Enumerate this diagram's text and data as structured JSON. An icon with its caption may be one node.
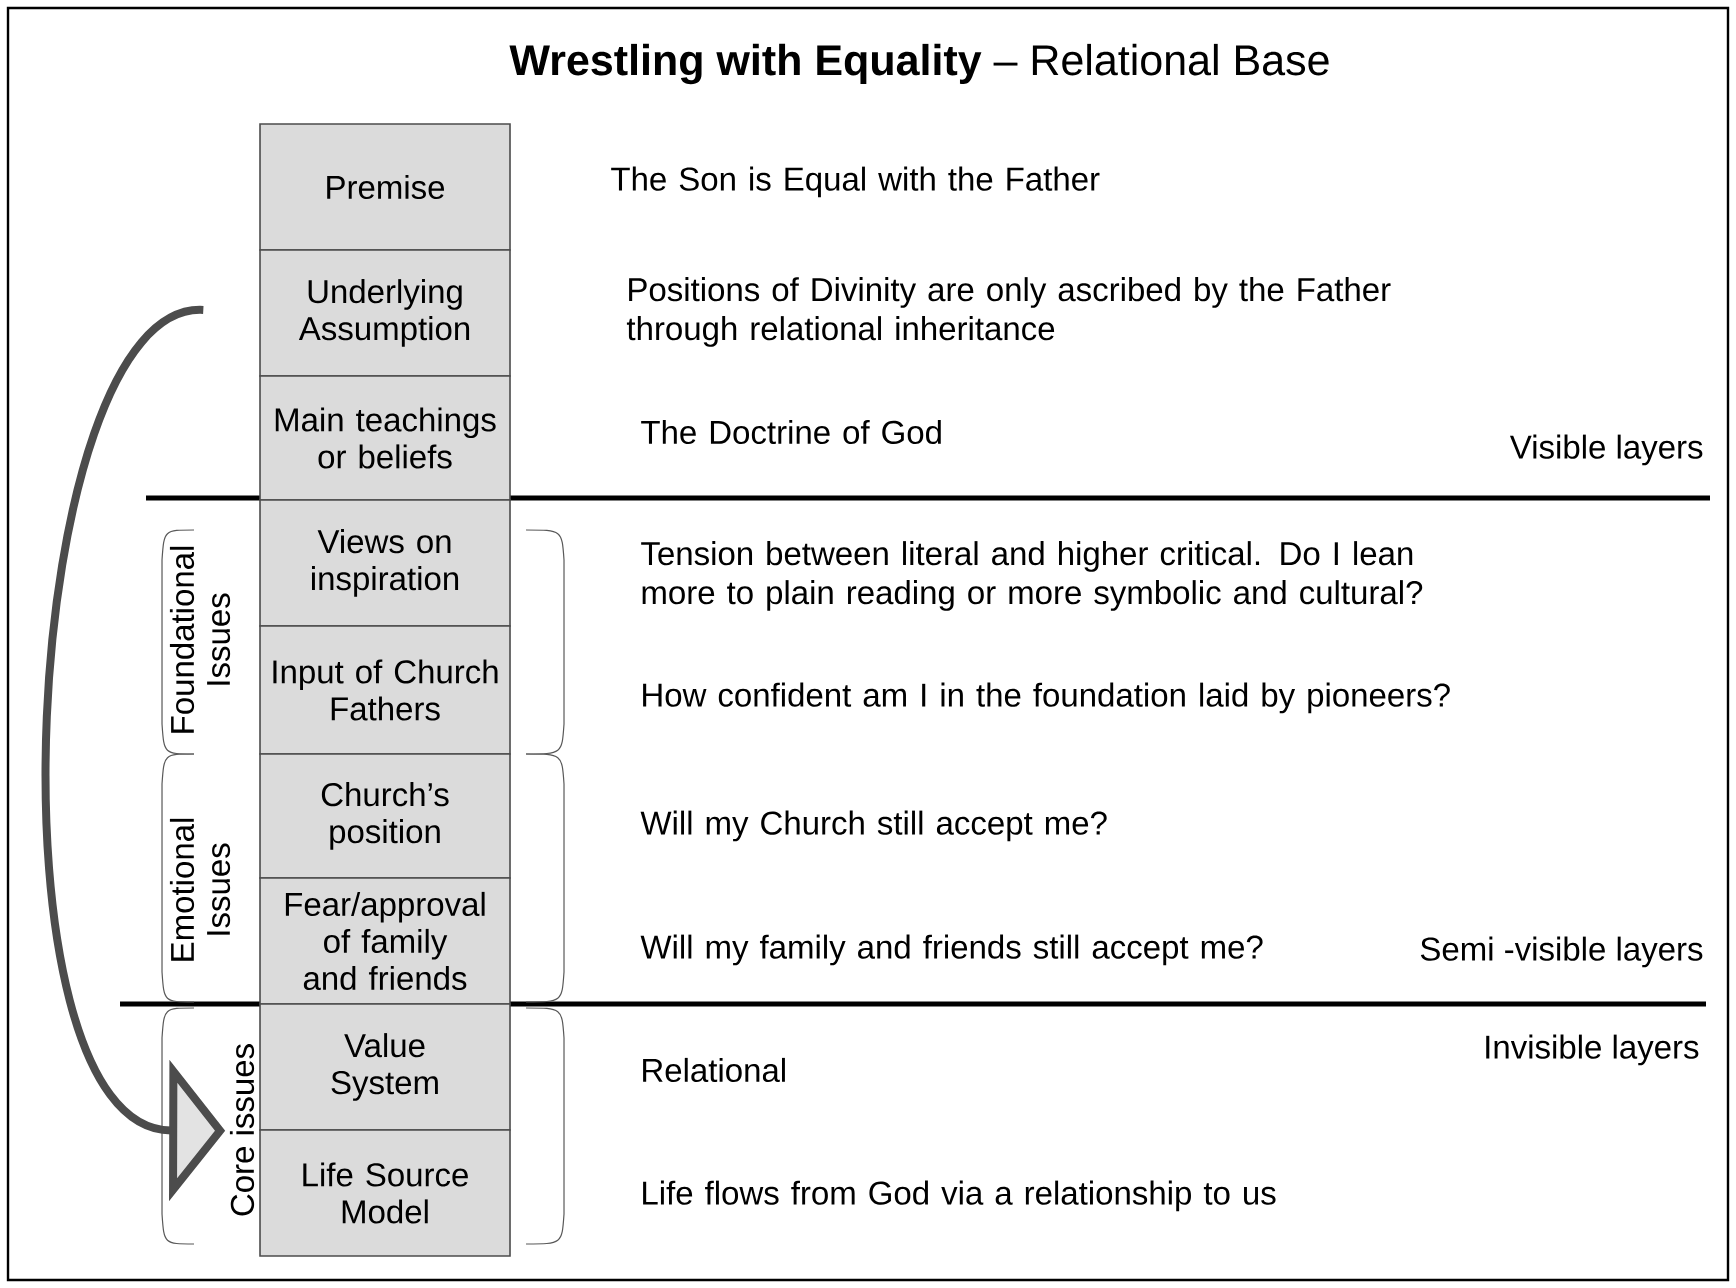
{
  "diagram": {
    "title": "**Wrestling with Equality** – Relational Base",
    "nodes": [
      {
        "text": [
          "Premise"
        ]
      },
      {
        "text": [
          "Underlying Assumption"
        ]
      },
      {
        "text": [
          "Main teachings or beliefs"
        ]
      },
      {
        "text": [
          "Views on inspiration"
        ]
      },
      {
        "text": [
          "Input of Church Fathers"
        ]
      },
      {
        "text": [
          "Church’s position"
        ]
      },
      {
        "text": [
          "Fear/approval of family and friends"
        ]
      },
      {
        "text": [
          "Value System"
        ]
      },
      {
        "text": [
          "Life Source Model"
        ]
      }
    ],
    "edges": [
      {
        "from": 1,
        "to": 7,
        "arrow": "to"
      }
    ],
    "labels": [
      "The Son is Equal with the Father",
      "Positions of Divinity are only ascribed by the Father through relational inheritance",
      "The Doctrine of God",
      "Visible layers",
      "Tension between literal and higher critical. Do I lean more to plain reading or more symbolic and cultural?",
      "Foundational Issues",
      "How confident am I in the foundation laid by pioneers?",
      "Will my Church still accept me?",
      "Emotional Issues",
      "Will my family and friends still accept me?",
      "Semi -visible layers",
      "Invisible layers",
      "Relational",
      "Core issues",
      "Life flows from God via a relationship to us"
    ]
  }
}
